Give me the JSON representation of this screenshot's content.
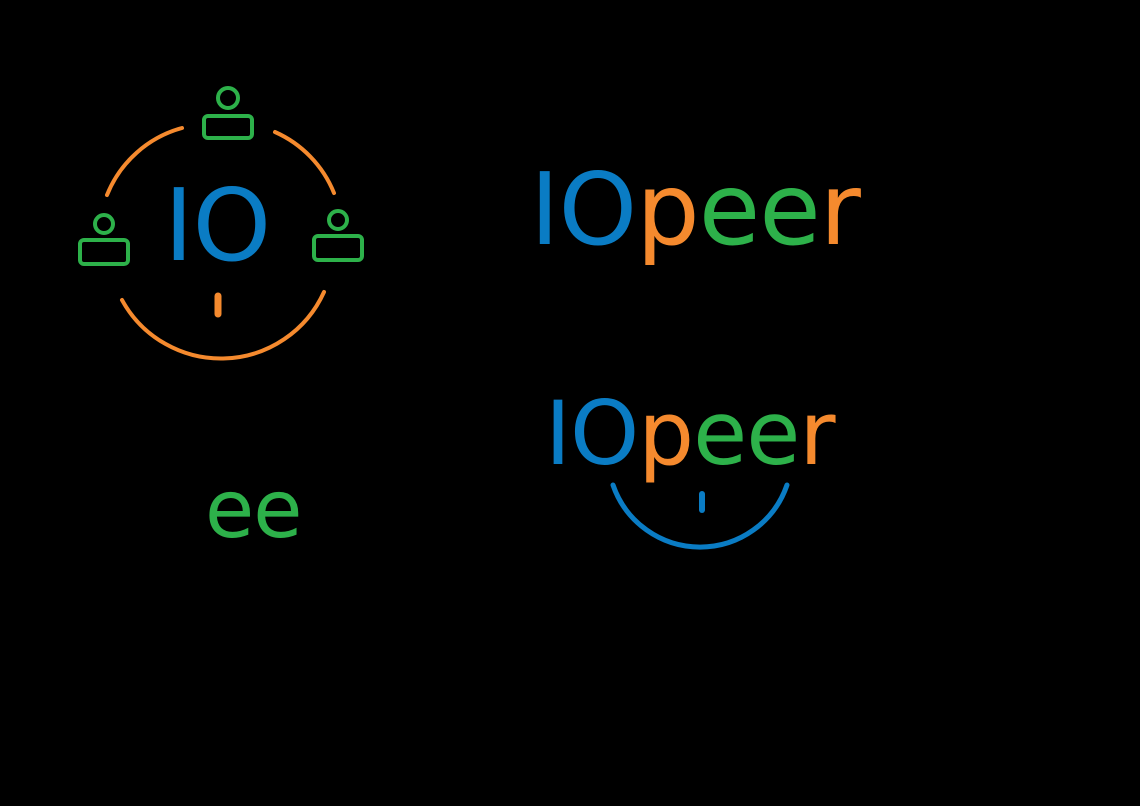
{
  "colors": {
    "background": "#000000",
    "blue": "#0a7cc4",
    "orange": "#f58a2e",
    "green": "#2db14a"
  },
  "logo_emblem": {
    "glyphs": [
      {
        "char": "I",
        "color": "#0a7cc4"
      },
      {
        "char": "O",
        "color": "#0a7cc4"
      }
    ],
    "icons": [
      "user-icon",
      "user-icon",
      "user-icon"
    ]
  },
  "logo_wordmark": {
    "glyphs": [
      {
        "char": "I",
        "color": "#0a7cc4"
      },
      {
        "char": "O",
        "color": "#0a7cc4"
      },
      {
        "char": "p",
        "color": "#f58a2e"
      },
      {
        "char": "e",
        "color": "#2db14a"
      },
      {
        "char": "e",
        "color": "#2db14a"
      },
      {
        "char": "r",
        "color": "#f58a2e"
      }
    ]
  },
  "logo_ee": {
    "glyphs": [
      {
        "char": "e",
        "color": "#2db14a"
      },
      {
        "char": "e",
        "color": "#2db14a"
      }
    ]
  },
  "logo_smile": {
    "glyphs": [
      {
        "char": "I",
        "color": "#0a7cc4"
      },
      {
        "char": "O",
        "color": "#0a7cc4"
      },
      {
        "char": "p",
        "color": "#f58a2e"
      },
      {
        "char": "e",
        "color": "#2db14a"
      },
      {
        "char": "e",
        "color": "#2db14a"
      },
      {
        "char": "r",
        "color": "#f58a2e"
      }
    ]
  }
}
